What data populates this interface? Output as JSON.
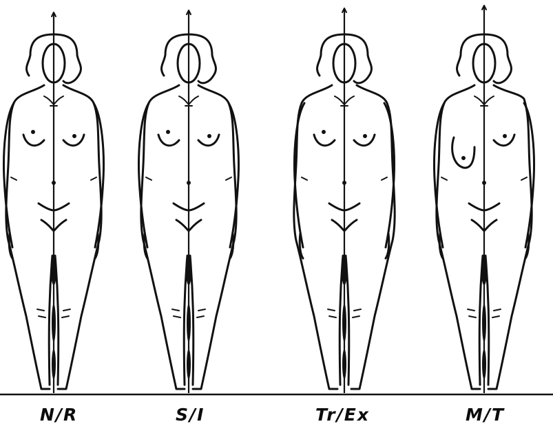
{
  "figures": [
    {
      "id": "n-r",
      "label": "N/R",
      "variant": "normal"
    },
    {
      "id": "s-i",
      "label": "S/I",
      "variant": "symmetric"
    },
    {
      "id": "tr-ex",
      "label": "Tr/Ex",
      "variant": "translated"
    },
    {
      "id": "m-t",
      "label": "M/T",
      "variant": "mixed"
    }
  ]
}
